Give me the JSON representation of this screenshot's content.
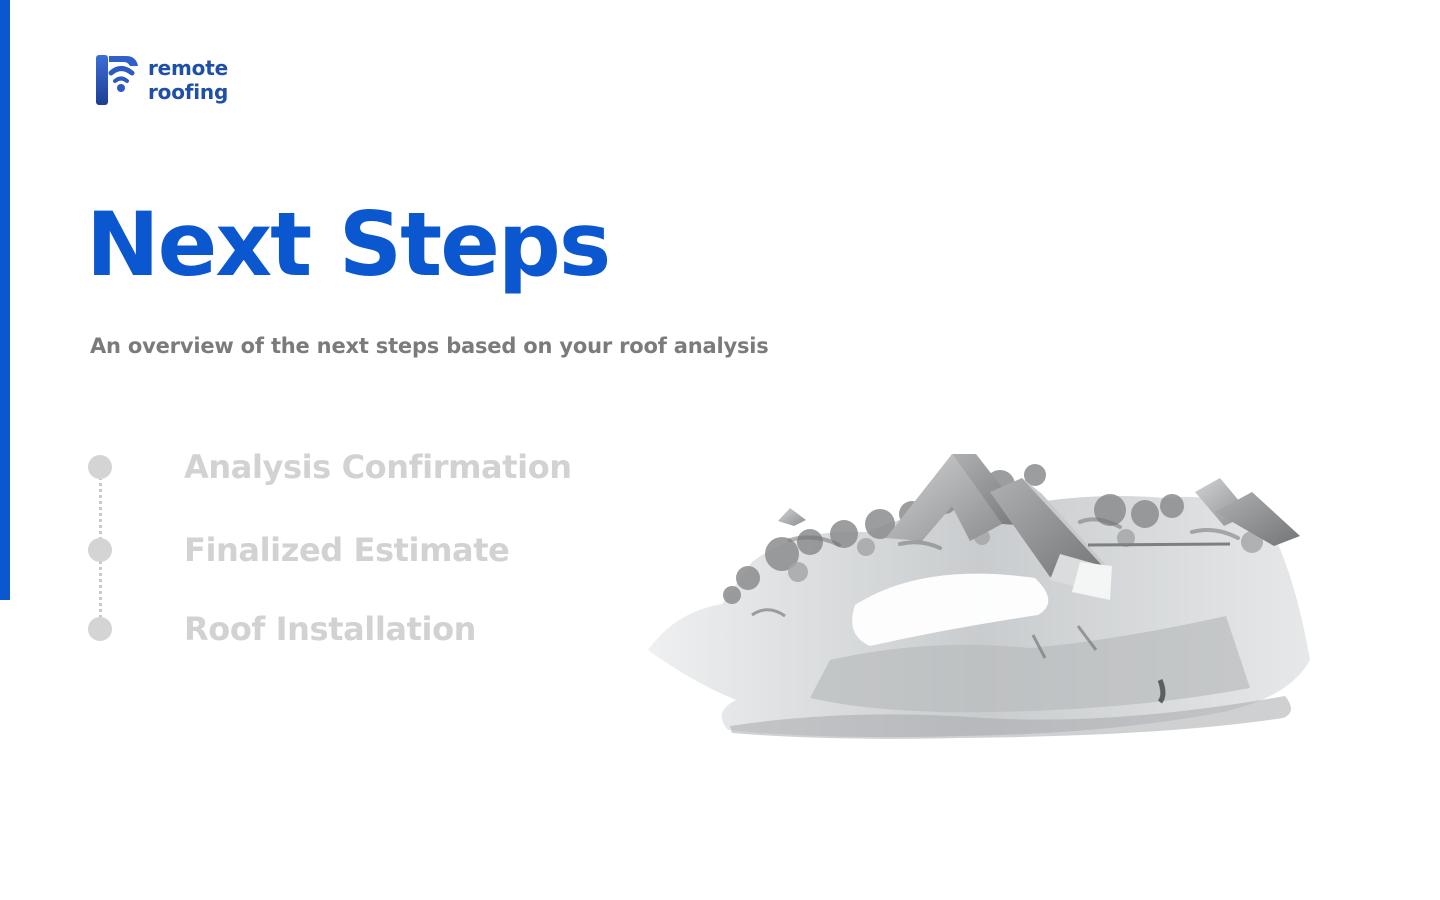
{
  "brand": {
    "name_line1": "remote",
    "name_line2": "roofing",
    "logo_icon": "house-wifi-logo-icon",
    "color": "#1f4fa8"
  },
  "hero": {
    "title": "Next Steps",
    "subtitle": "An overview of the next steps based on your roof analysis"
  },
  "steps": [
    {
      "label": "Analysis Confirmation",
      "icon": "step-dot-icon"
    },
    {
      "label": "Finalized Estimate",
      "icon": "step-dot-icon"
    },
    {
      "label": "Roof Installation",
      "icon": "step-dot-icon"
    }
  ],
  "colors": {
    "accent": "#0b57d0",
    "subtitle": "#7b7b7b",
    "inactive_step": "#d2d2d2",
    "inactive_dot": "#d4d4d4"
  },
  "visual": {
    "model": "3d-roof-scan-image"
  }
}
